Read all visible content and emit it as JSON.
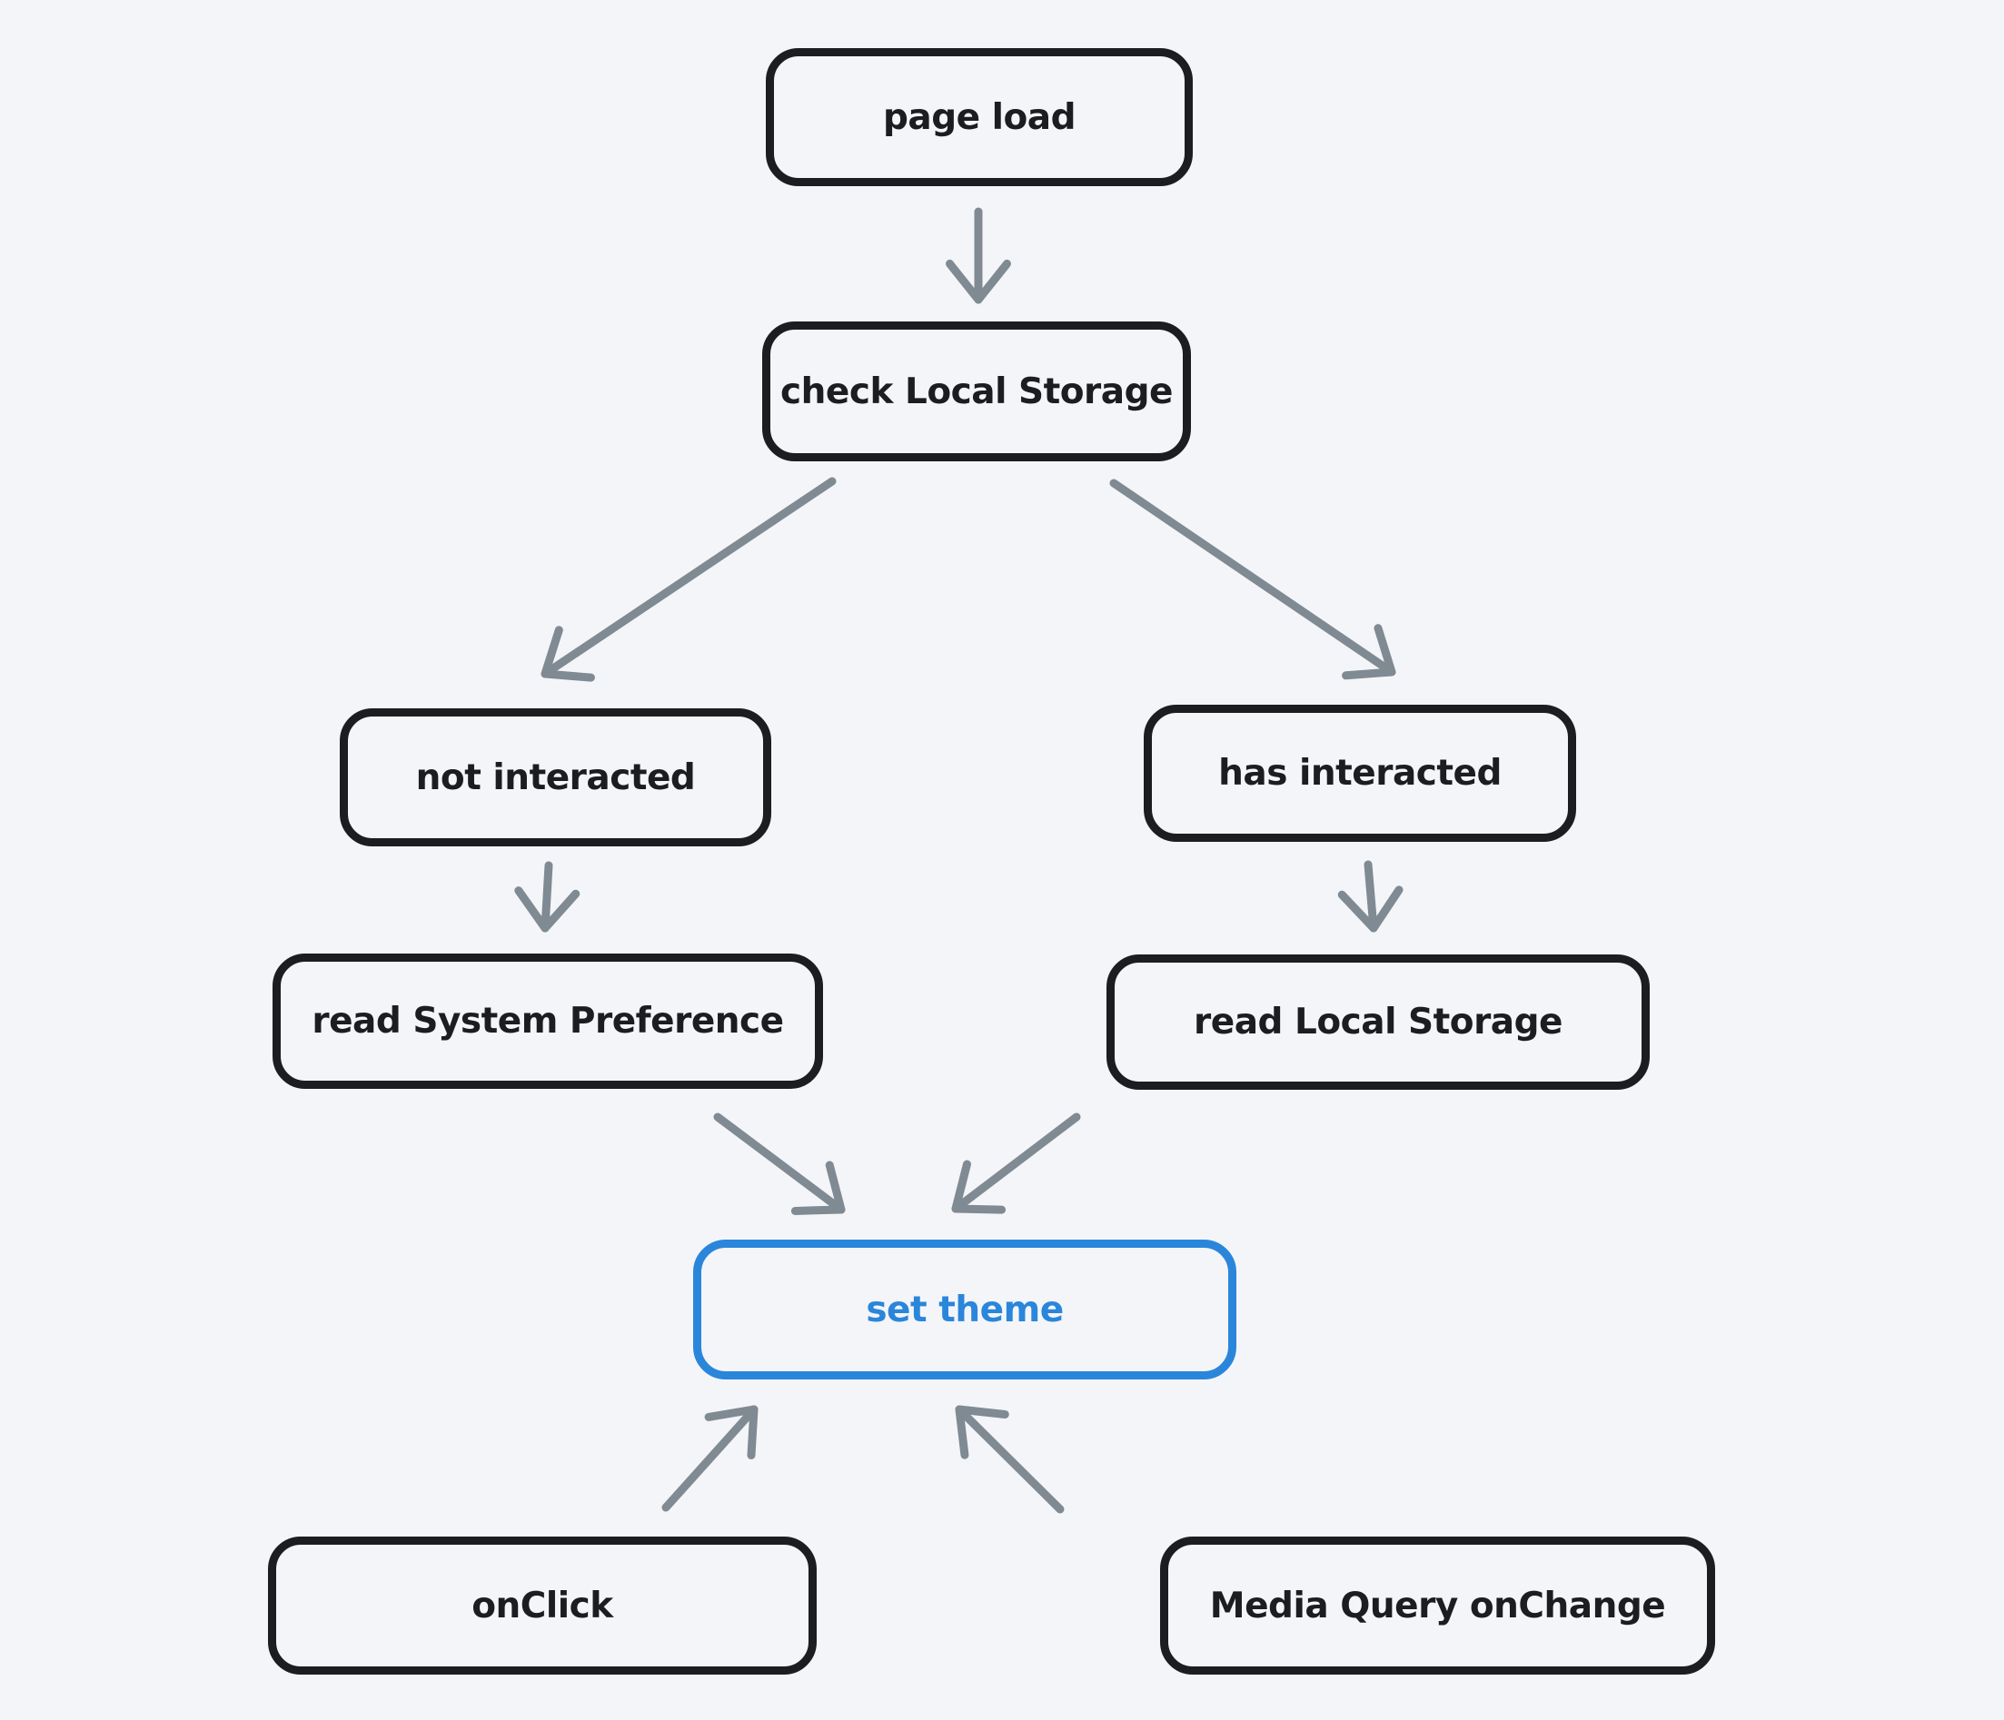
{
  "canvas": {
    "background_color": "#f4f5f8"
  },
  "palette": {
    "node_stroke": "#1b1d21",
    "node_text": "#1b1d21",
    "node_fill": "transparent",
    "accent_stroke": "#2a86da",
    "accent_text": "#2a86da",
    "arrow_color": "#7f8a93"
  },
  "diagram": {
    "type": "flowchart",
    "style": "hand-drawn",
    "nodes": [
      {
        "id": "page-load",
        "label": "page load",
        "emphasis": "default"
      },
      {
        "id": "check-local-storage",
        "label": "check Local Storage",
        "emphasis": "default"
      },
      {
        "id": "not-interacted",
        "label": "not interacted",
        "emphasis": "default"
      },
      {
        "id": "has-interacted",
        "label": "has interacted",
        "emphasis": "default"
      },
      {
        "id": "read-system-preference",
        "label": "read System Preference",
        "emphasis": "default"
      },
      {
        "id": "read-local-storage",
        "label": "read Local Storage",
        "emphasis": "default"
      },
      {
        "id": "set-theme",
        "label": "set theme",
        "emphasis": "accent"
      },
      {
        "id": "on-click",
        "label": "onClick",
        "emphasis": "default"
      },
      {
        "id": "media-query-onchange",
        "label": "Media Query onChange",
        "emphasis": "default"
      }
    ],
    "edges": [
      {
        "from": "page load",
        "to": "check Local Storage",
        "direction": "down"
      },
      {
        "from": "check Local Storage",
        "to": "not interacted",
        "direction": "down-left"
      },
      {
        "from": "check Local Storage",
        "to": "has interacted",
        "direction": "down-right"
      },
      {
        "from": "not interacted",
        "to": "read System Preference",
        "direction": "down"
      },
      {
        "from": "has interacted",
        "to": "read Local Storage",
        "direction": "down"
      },
      {
        "from": "read System Preference",
        "to": "set theme",
        "direction": "down-right"
      },
      {
        "from": "read Local Storage",
        "to": "set theme",
        "direction": "down-left"
      },
      {
        "from": "onClick",
        "to": "set theme",
        "direction": "up-right"
      },
      {
        "from": "Media Query onChange",
        "to": "set theme",
        "direction": "up-left"
      }
    ]
  }
}
